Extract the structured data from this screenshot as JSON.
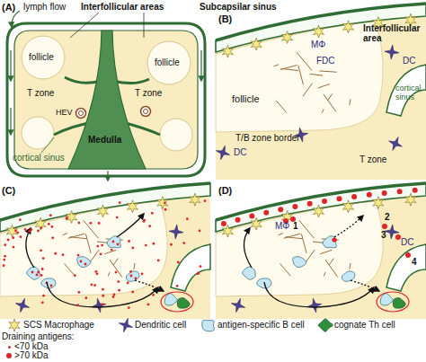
{
  "diagram": {
    "labels": [
      "(A)",
      "lymph flow",
      "Interfollicular areas",
      "Subcapsilar sinus",
      "(B)",
      "follicle",
      "follicle",
      "T zone",
      "T zone",
      "HEV",
      "Medulla",
      "cortical sinus",
      "MΦ",
      "Interfollicular area",
      "DC",
      "FDC",
      "follicle",
      "cortical sinus",
      "T/B zone border",
      "DC",
      "T zone",
      "(C)",
      "(D)",
      "MΦ",
      "1",
      "2",
      "3",
      "DC",
      "4",
      "Draining antigens:"
    ],
    "legend": [
      {
        "text": "SCS Macrophage"
      },
      {
        "text": "Dendritic cell"
      },
      {
        "text": "antigen-specific B cell"
      },
      {
        "text": "cognate Th cell"
      },
      {
        "text": "<70 kDa",
        "color": "#e0242a"
      },
      {
        "text": ">70 kDa",
        "color": "#e0242a"
      }
    ]
  }
}
